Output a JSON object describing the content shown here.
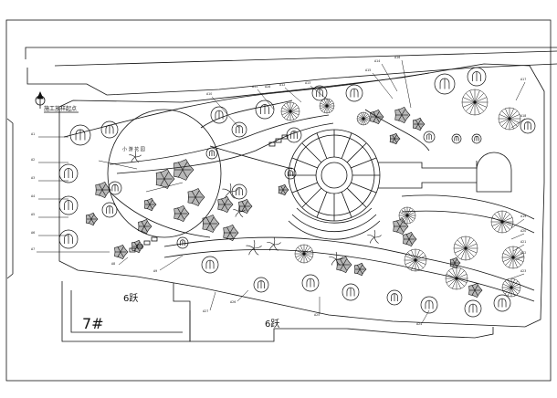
{
  "drawing": {
    "line_color": "#111111",
    "background": "#ffffff"
  },
  "labels": {
    "title_note": "施工放样起点",
    "building_number": "7#",
    "floor_label_1": "6跃",
    "floor_label_2": "6跃",
    "garden_note": "小 游 花 园"
  },
  "plant_tags": [
    "A1",
    "A2",
    "A3",
    "A4",
    "A5",
    "A6",
    "A7",
    "A8",
    "A9",
    "A10",
    "A11",
    "A12",
    "A13",
    "A14",
    "A15",
    "A16",
    "A17",
    "A18",
    "A19",
    "A20",
    "A21",
    "A22",
    "A23",
    "A24",
    "A25",
    "A26",
    "A27",
    "A28",
    "A29",
    "A30",
    "A31",
    "A32",
    "A33",
    "A34",
    "A35",
    "A36",
    "A37",
    "A38"
  ],
  "symbols": {
    "north_arrow": "north-arrow-icon"
  }
}
